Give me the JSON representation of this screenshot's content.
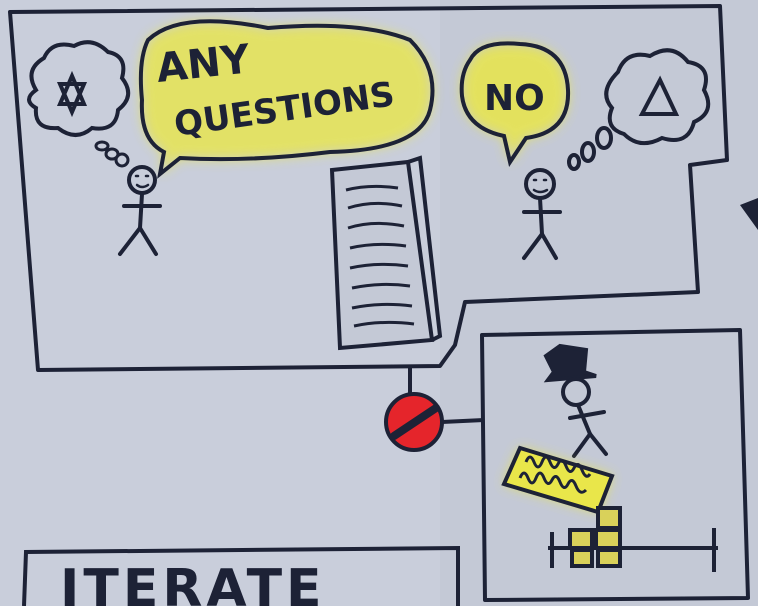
{
  "sketch": {
    "speech_bubble_left": "ANY",
    "speech_bubble_left_line2": "QUESTIONS",
    "speech_bubble_right": "NO",
    "bottom_box_label": "ITERATE"
  },
  "colors": {
    "paper": "#c9cedb",
    "ink": "#1d2236",
    "highlight": "#e9e64a",
    "stop_sign": "#e5252b"
  },
  "icons": [
    "star-of-david-thought-icon",
    "triangle-thought-icon",
    "stop-sign-icon",
    "top-hat-figure-icon"
  ]
}
